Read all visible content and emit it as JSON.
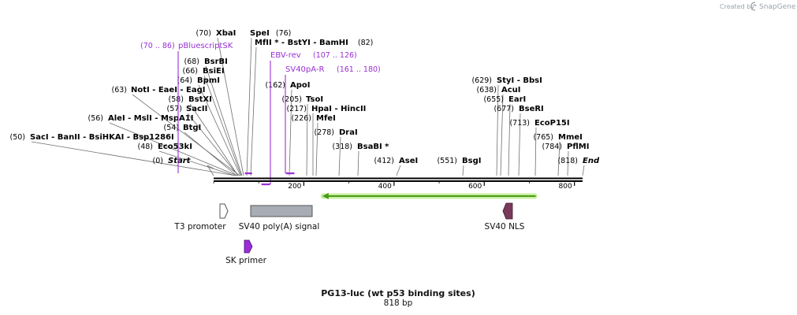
{
  "brand": {
    "prefix": "Created by",
    "name": "SnapGene"
  },
  "title": "PG13-luc (wt p53 binding sites)",
  "length_label": "818 bp",
  "sequence_length": 818,
  "ticks": [
    "200",
    "400",
    "600",
    "800"
  ],
  "colors": {
    "primer": "#9a2fd6",
    "arrow_fill": "#7a3a5c",
    "promoter": "#ffffff",
    "polyA": "#a8adb5",
    "orf": "#4a9a18",
    "orf_glow": "#c8f0a0",
    "backbone": "#000000"
  },
  "sites": [
    {
      "name": "Start",
      "pos": "(0)",
      "bp": 0,
      "italic": true
    },
    {
      "name": "Eco53kI",
      "pos": "(48)",
      "bp": 48
    },
    {
      "name": "SacI - BanII - BsiHKAI - Bsp1286I",
      "pos": "(50)",
      "bp": 50
    },
    {
      "name": "BtgI",
      "pos": "(54)",
      "bp": 54
    },
    {
      "name": "AleI - MslI - MspA1I",
      "pos": "(56)",
      "bp": 56
    },
    {
      "name": "SacII",
      "pos": "(57)",
      "bp": 57
    },
    {
      "name": "BstXI",
      "pos": "(58)",
      "bp": 58
    },
    {
      "name": "NotI - EaeI - EagI",
      "pos": "(63)",
      "bp": 63
    },
    {
      "name": "BpmI",
      "pos": "(64)",
      "bp": 64
    },
    {
      "name": "BsiEI",
      "pos": "(66)",
      "bp": 66
    },
    {
      "name": "BsrBI",
      "pos": "(68)",
      "bp": 68
    },
    {
      "name": "XbaI",
      "pos": "(70)",
      "bp": 70
    },
    {
      "name": "SpeI",
      "pos": "(76)",
      "bp": 76
    },
    {
      "name": "MfII * - BstYI - BamHI",
      "pos": "(82)",
      "bp": 82
    },
    {
      "name": "ApoI",
      "pos": "(162)",
      "bp": 162
    },
    {
      "name": "TsoI",
      "pos": "(205)",
      "bp": 205
    },
    {
      "name": "HpaI - HincII",
      "pos": "(217)",
      "bp": 217
    },
    {
      "name": "MfeI",
      "pos": "(226)",
      "bp": 226
    },
    {
      "name": "DraI",
      "pos": "(278)",
      "bp": 278
    },
    {
      "name": "BsaBI *",
      "pos": "(318)",
      "bp": 318
    },
    {
      "name": "AseI",
      "pos": "(412)",
      "bp": 412
    },
    {
      "name": "BsgI",
      "pos": "(551)",
      "bp": 551
    },
    {
      "name": "StyI - BbsI",
      "pos": "(629)",
      "bp": 629
    },
    {
      "name": "AcuI",
      "pos": "(638)",
      "bp": 638
    },
    {
      "name": "EarI",
      "pos": "(655)",
      "bp": 655
    },
    {
      "name": "BseRI",
      "pos": "(677)",
      "bp": 677
    },
    {
      "name": "EcoP15I",
      "pos": "(713)",
      "bp": 713
    },
    {
      "name": "MmeI",
      "pos": "(765)",
      "bp": 765
    },
    {
      "name": "PflMI",
      "pos": "(784)",
      "bp": 784
    },
    {
      "name": "End",
      "pos": "(818)",
      "bp": 818,
      "italic": true
    }
  ],
  "primers": [
    {
      "name": "pBluescriptSK",
      "range": "(70 .. 86)",
      "start": 70,
      "end": 86
    },
    {
      "name": "EBV-rev",
      "range": "(107 .. 126)",
      "start": 107,
      "end": 126
    },
    {
      "name": "SV40pA-R",
      "range": "(161 .. 180)",
      "start": 161,
      "end": 180
    }
  ],
  "features": [
    {
      "name": "T3 promoter",
      "type": "promoter",
      "start": 14,
      "end": 32,
      "direction": "forward"
    },
    {
      "name": "SV40 poly(A) signal",
      "type": "polyA",
      "start": 80,
      "end": 215,
      "direction": "none"
    },
    {
      "name": "SV40 NLS",
      "type": "nls",
      "start": 643,
      "end": 664,
      "direction": "reverse"
    },
    {
      "name": "SK primer",
      "type": "primer_bind",
      "start": 70,
      "end": 86,
      "direction": "forward"
    },
    {
      "name": "",
      "type": "orf",
      "start": 241,
      "end": 714,
      "direction": "reverse"
    }
  ]
}
